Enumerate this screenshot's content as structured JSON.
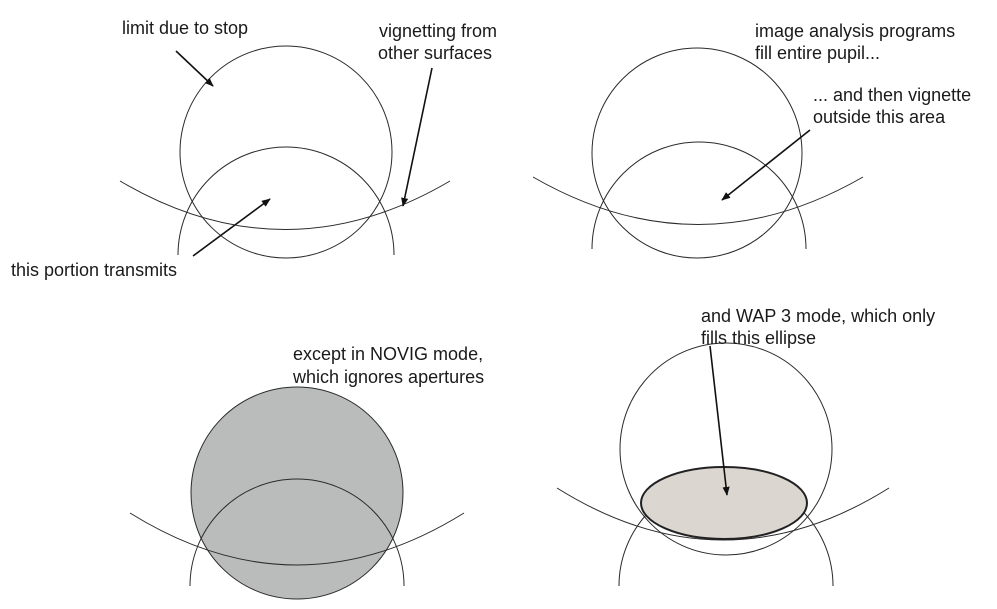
{
  "colors": {
    "line": "#2a2a2a",
    "novig_fill": "#b9bcbb",
    "ellipse_fill": "#dcd6d0",
    "text": "#1a1a1a"
  },
  "panels": {
    "top_left": {
      "label_stop": "limit due to stop",
      "label_vignetting_line1": "vignetting from",
      "label_vignetting_line2": "other surfaces",
      "label_transmits": "this portion transmits"
    },
    "top_right": {
      "label_fill_line1": "image analysis programs",
      "label_fill_line2": "fill entire pupil...",
      "label_vignette_line1": "... and then vignette",
      "label_vignette_line2": "outside this area"
    },
    "bottom_left": {
      "label_novig_line1": "except in NOVIG mode,",
      "label_novig_line2": "which ignores apertures"
    },
    "bottom_right": {
      "label_wap_line1": "and WAP 3 mode, which only",
      "label_wap_line2": "fills this ellipse"
    }
  }
}
